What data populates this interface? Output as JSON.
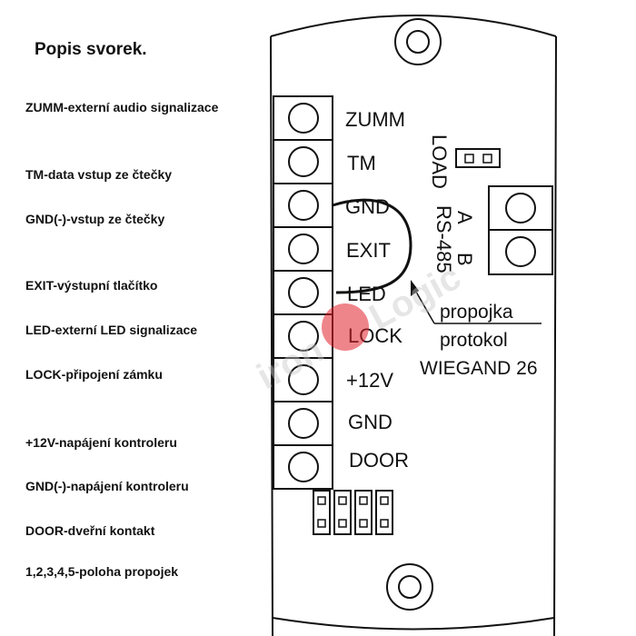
{
  "title": "Popis svorek.",
  "legend": [
    "ZUMM-externí audio signalizace",
    "TM-data vstup ze čtečky",
    "GND(-)-vstup ze čtečky",
    "EXIT-výstupní tlačítko",
    "LED-externí LED signalizace",
    "LOCK-připojení zámku",
    "+12V-napájení kontroleru",
    "GND(-)-napájení kontroleru",
    "DOOR-dveřní kontakt",
    "1,2,3,4,5-poloha propojek"
  ],
  "terminals": [
    "ZUMM",
    "TM",
    "GND",
    "EXIT",
    "LED",
    "LOCK",
    "+12V",
    "GND",
    "DOOR"
  ],
  "load_label": "LOAD",
  "rs485": {
    "label": "RS-485",
    "a": "A",
    "b": "B"
  },
  "note": {
    "line1": "propojka",
    "line2": "protokol",
    "line3": "WIEGAND 26"
  },
  "watermark": {
    "left": "iron",
    "right": "Logic"
  }
}
